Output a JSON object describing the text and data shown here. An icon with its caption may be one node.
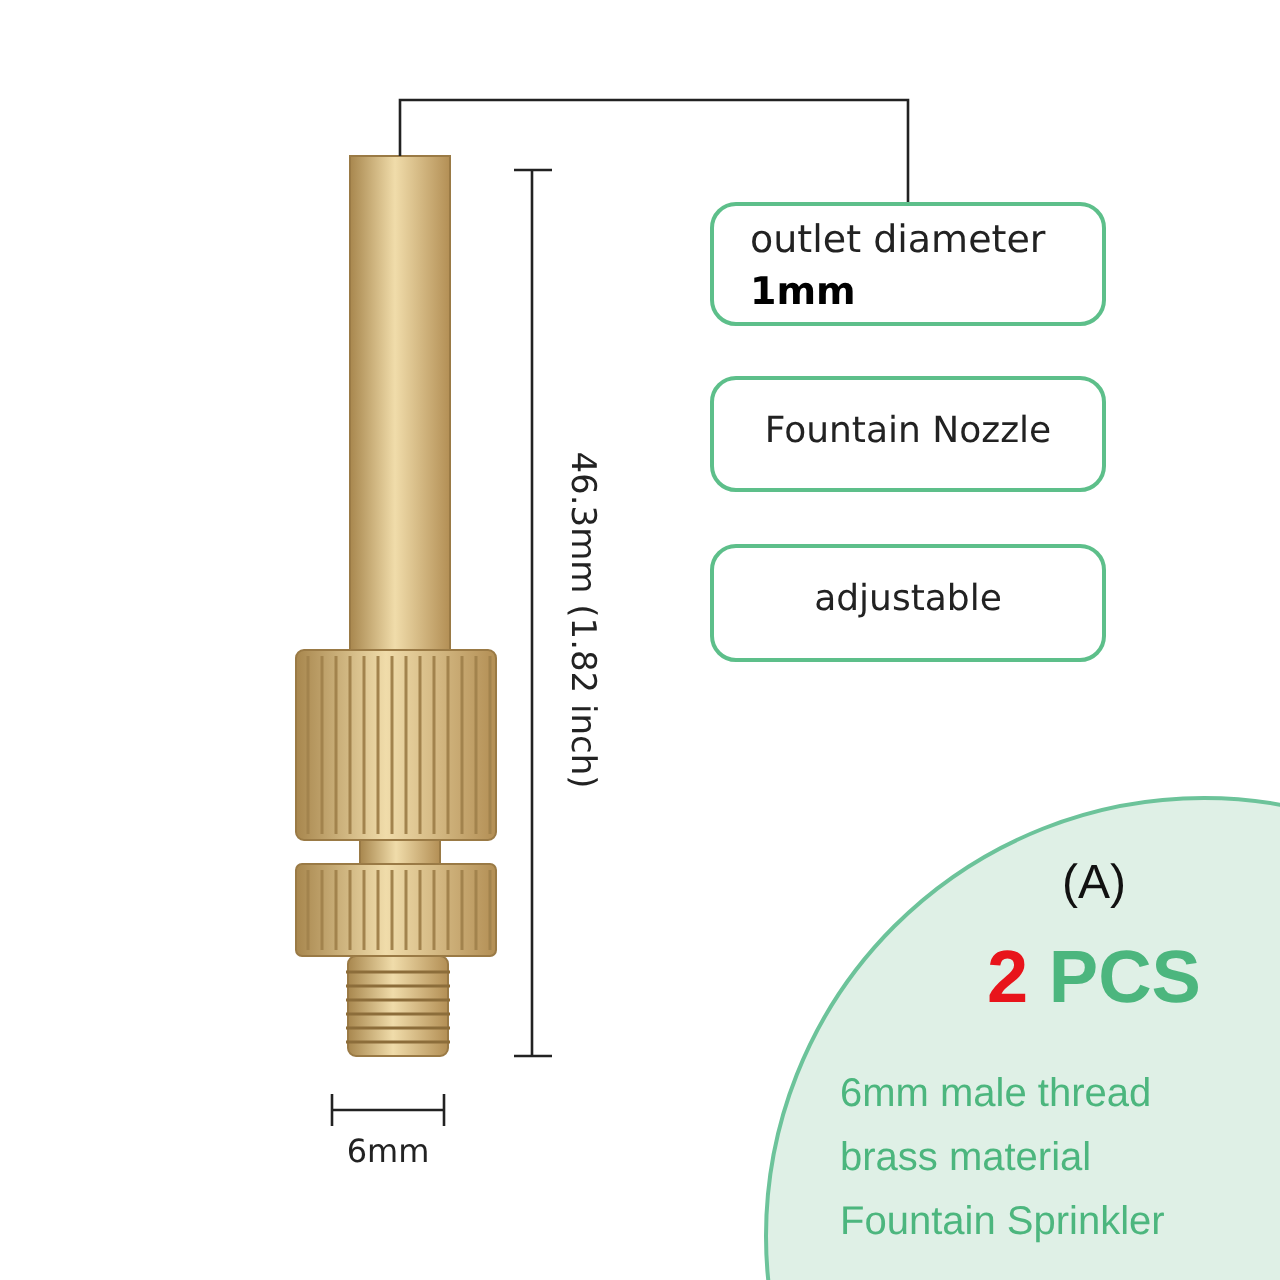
{
  "diagram": {
    "nodes": [
      {
        "text": [],
        "shape": "picture"
      },
      {
        "text": [
          "outlet diameter",
          "1mm"
        ]
      },
      {
        "text": [
          "Fountain Nozzle"
        ]
      },
      {
        "text": [
          "adjustable"
        ]
      },
      {
        "text": [
          "(A)",
          "2 PCS",
          "6mm male thread",
          "brass material",
          "Fountain Sprinkler"
        ]
      }
    ],
    "edges": [
      {
        "from": 1,
        "to": 0,
        "arrow": "none"
      }
    ],
    "labels": [
      "46.3mm (1.82 inch)",
      "6mm"
    ]
  }
}
